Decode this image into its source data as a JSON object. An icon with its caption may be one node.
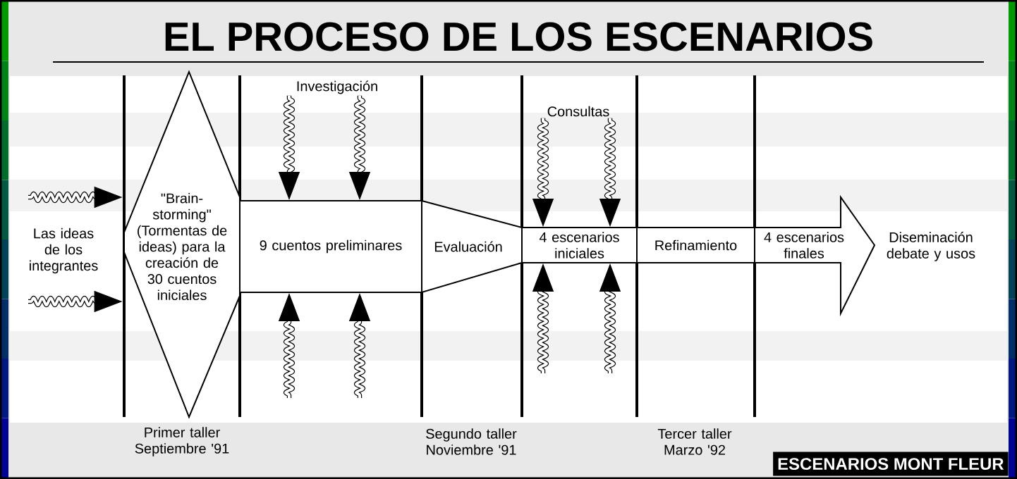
{
  "diagram": {
    "title": "EL PROCESO DE LOS ESCENARIOS",
    "nodes": [
      {
        "text": [
          "Las ideas de los integrantes"
        ]
      },
      {
        "text": [
          "\"Brain-storming\" (Tormentas de ideas) para la creación de 30 cuentos iniciales"
        ]
      },
      {
        "text": [
          "9 cuentos preliminares"
        ]
      },
      {
        "text": [
          "Evaluación"
        ]
      },
      {
        "text": [
          "4 escenarios iniciales"
        ]
      },
      {
        "text": [
          "Refinamiento"
        ]
      },
      {
        "text": [
          "4 escenarios finales"
        ]
      },
      {
        "text": [
          "Diseminación debate y usos"
        ]
      },
      {
        "text": [
          "Investigación"
        ]
      },
      {
        "text": [
          "Consultas"
        ]
      }
    ],
    "edges": [
      {
        "from": null,
        "to": 1,
        "arrow": "to"
      },
      {
        "from": null,
        "to": 1,
        "arrow": "to"
      },
      {
        "from": 8,
        "to": 2,
        "arrow": "to"
      },
      {
        "from": 8,
        "to": 2,
        "arrow": "to"
      },
      {
        "from": null,
        "to": 2,
        "arrow": "to"
      },
      {
        "from": null,
        "to": 2,
        "arrow": "to"
      },
      {
        "from": 9,
        "to": 4,
        "arrow": "to"
      },
      {
        "from": 9,
        "to": 4,
        "arrow": "to"
      },
      {
        "from": null,
        "to": 4,
        "arrow": "to"
      },
      {
        "from": null,
        "to": 4,
        "arrow": "to"
      }
    ],
    "labels": [
      "Primer taller Septiembre '91",
      "Segundo taller Noviembre '91",
      "Tercer taller Marzo '92",
      "ESCENARIOS MONT FLEUR"
    ]
  }
}
